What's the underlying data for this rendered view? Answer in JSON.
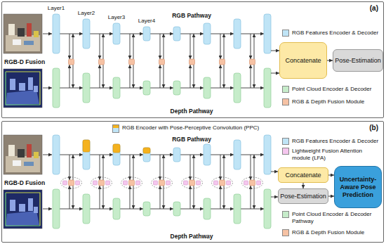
{
  "diagram": {
    "nodes": [
      {
        "text": [
          "(a)"
        ]
      },
      {
        "text": [
          "Concatenate"
        ],
        "in": 0
      },
      {
        "text": [
          "Pose-Estimation"
        ],
        "in": 0
      },
      {
        "text": [
          "(b)"
        ]
      },
      {
        "text": [
          "Concatenate"
        ],
        "in": 3
      },
      {
        "text": [
          "Pose-Estimation"
        ],
        "in": 3
      },
      {
        "text": [
          "Uncertainty-Aware Pose Prediction"
        ],
        "in": 3
      }
    ],
    "edges": [
      {
        "from": 1,
        "to": 2,
        "arrow": "to"
      },
      {
        "from": 4,
        "to": 5,
        "arrow": "to"
      },
      {
        "from": 4,
        "to": 6,
        "arrow": "to"
      },
      {
        "from": 5,
        "to": 6,
        "arrow": "to"
      }
    ],
    "labels": [
      "Layer1",
      "Layer2",
      "Layer3",
      "Layer4",
      "RGB Pathway",
      "RGB-D Fusion",
      "Depth Pathway",
      "RGB Pathway",
      "RGB-D Fusion",
      "Depth Pathway"
    ],
    "legend": [
      {
        "text": "RGB Features Encoder & Decoder",
        "color": "#bfe4f6"
      },
      {
        "text": "Point Cloud Encoder & Decoder",
        "color": "#c6ecca"
      },
      {
        "text": "RGB & Depth Fusion Module",
        "color": "#f6c2a4"
      },
      {
        "text": "RGB Encoder with Pose-Perceptive Convolution (PPC)"
      },
      {
        "text": "RGB Features Encoder & Decoder",
        "color": "#bfe4f6"
      },
      {
        "text": "Lightweight Fusion Attention module (LFA)",
        "color": "#f5c6ee"
      },
      {
        "text": "Point Cloud Encoder & Decoder Pathway",
        "color": "#c6ecca"
      },
      {
        "text": "RGB & Depth Fusion Module",
        "color": "#f6c2a4"
      }
    ]
  }
}
